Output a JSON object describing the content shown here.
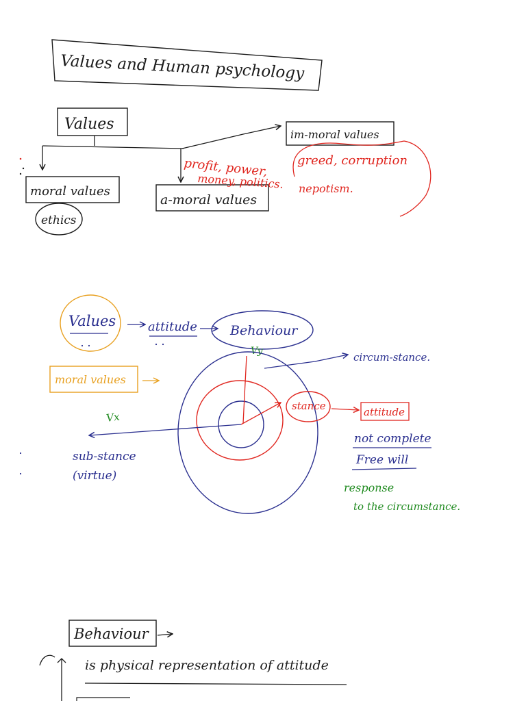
{
  "colors": {
    "ink": "#1c1c1c",
    "red": "#e0261f",
    "blue": "#2a2f8f",
    "orange": "#e8a020",
    "green": "#1f8a1f"
  },
  "title": "Values and Human psychology",
  "tree": {
    "root": "Values",
    "moral": "moral values",
    "moral_note": "ethics",
    "amoral": "a-moral values",
    "amoral_examples_1": "profit, power,",
    "amoral_examples_2": "money, politics.",
    "immoral": "im-moral values",
    "immoral_examples_1": "greed, corruption",
    "immoral_examples_2": "nepotism."
  },
  "diagram": {
    "values": "Values",
    "attitude": "attitude",
    "behaviour": "Behaviour",
    "vy": "Vy",
    "circumstance": "circum-stance.",
    "moral_values": "moral values",
    "stance": "stance",
    "attitude_box": "attitude",
    "vx": "Vx",
    "substance_1": "sub-stance",
    "substance_2": "(virtue)",
    "not_complete": "not complete",
    "free_will": "Free will",
    "response_1": "response",
    "response_2": "to the circumstance."
  },
  "bottom": {
    "behaviour": "Behaviour",
    "definition": "is physical representation of attitude"
  }
}
